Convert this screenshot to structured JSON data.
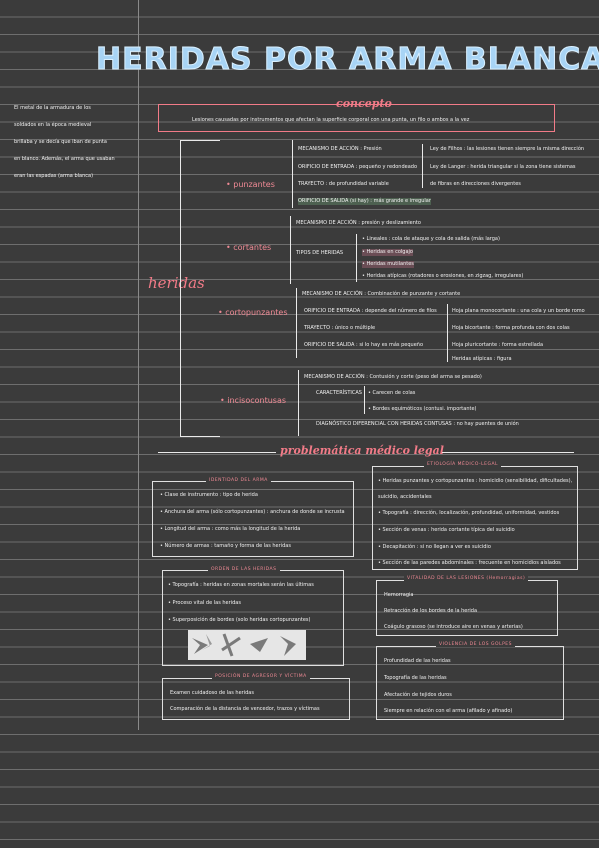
{
  "title": "HERIDAS POR ARMA BLANCA",
  "side_note": [
    "El metal de la armadura de los",
    "soldados en la época medieval",
    "brillaba y se decía que iban de punta",
    "en blanco. Además, el arma que usaban",
    "eran las espadas (arma blanca)"
  ],
  "concepto": {
    "heading": "concepto",
    "text": "Lesiones causadas por instrumentos que afectan la superficie corporal con una punta, un filo o ambos a la vez"
  },
  "heridas_label": "heridas",
  "punzantes": {
    "label": "• punzantes",
    "rows": [
      "MECANISMO DE ACCIÓN : Presión",
      "ORIFICIO DE ENTRADA : pequeño y redondeado",
      "TRAYECTO : de profundidad variable",
      "ORIFICIO DE SALIDA (si hay) : más grande e irregular"
    ],
    "ley1": "Ley de Filhos : las lesiones tienen siempre la misma dirección",
    "ley2": "Ley de Langer : herida triangular si la zona tiene sistemas",
    "ley2b": "de fibras en direcciones divergentes"
  },
  "cortantes": {
    "label": "• cortantes",
    "mecanismo": "MECANISMO DE ACCIÓN : presión y deslizamiento",
    "tipos_label": "TIPOS DE HERIDAS",
    "tipos": [
      "• Lineales : cola de ataque y cola de salida (más larga)",
      "• Heridas en colgajo",
      "• Heridas mutilantes",
      "• Heridas atípicas (rotadores o erosiones, en zigzag, irregulares)"
    ]
  },
  "cortopunzantes": {
    "label": "• cortopunzantes",
    "mecanismo": "MECANISMO DE ACCIÓN : Combinación de punzante y cortante",
    "rows": [
      "ORIFICIO DE ENTRADA : depende del número de filos",
      "TRAYECTO : único o múltiple",
      "ORIFICIO DE SALIDA : si lo hay es más pequeño"
    ],
    "hojas": [
      "Hoja plana monocortante : una cola y un borde romo",
      "Hoja bicortante : forma profunda con dos colas",
      "Hoja pluricortante : forma estrellada",
      "Heridas atípicas : figura"
    ]
  },
  "inciso": {
    "label": "• incisocontusas",
    "rows": [
      "MECANISMO DE ACCIÓN : Contusión y corte (peso del arma se pesado)",
      "CARACTERÍSTICAS",
      "DIAGNÓSTICO DIFERENCIAL CON HERIDAS CONTUSAS : no hay puentes de unión"
    ],
    "caract": [
      "• Carecen de colas",
      "• Bordes equimóticos (contusi. importante)"
    ]
  },
  "problematica": {
    "heading": "problemática médico legal"
  },
  "identidad": {
    "heading": "IDENTIDAD DEL ARMA",
    "items": [
      "• Clase de instrumento : tipo de herida",
      "• Anchura del arma (sólo cortopunzantes) : anchura de donde se incrusta",
      "• Longitud del arma : como más la longitud de la herida",
      "• Número de armas : tamaño y forma de las heridas"
    ]
  },
  "etiologia": {
    "heading": "ETIOLOGÍA MÉDICO-LEGAL",
    "items": [
      "• Heridas punzantes y cortopunzantes : homicidio (sensibilidad, dificultades),",
      "suicidio, accidentales",
      "• Topografía : dirección, localización, profundidad, uniformidad, vestidos",
      "• Sección de venas : herida cortante típica del suicidio",
      "• Decapitación : si no llegan a ver es suicidio",
      "• Sección de las paredes abdominales : frecuente en homicidios aislados"
    ]
  },
  "orden": {
    "heading": "ORDEN DE LAS HERIDAS",
    "items": [
      "• Topografía : heridas en zonas mortales serán las últimas",
      "• Proceso vital de las heridas",
      "• Superposición de bordes (solo heridas cortopunzantes)"
    ]
  },
  "vitalidad": {
    "heading": "VITALIDAD DE LAS LESIONES (Hemorragias)",
    "items": [
      "Hemorragia",
      "Retracción de los bordes de la herida",
      "Coágulo grasoso (se introduce aire en venas y arterias)"
    ]
  },
  "posicion": {
    "heading": "POSICIÓN DE AGRESOR Y VÍCTIMA",
    "items": [
      "Examen cuidadoso de las heridas",
      "Comparación de la distancia de vencedor, trazos y víctimas"
    ]
  },
  "violencia": {
    "heading": "VIOLENCIA DE LOS GOLPES",
    "items": [
      "Profundidad de las heridas",
      "Topografía de las heridas",
      "Afectación de tejidos duros",
      "Siempre en relación con el arma (afilado y afinado)"
    ]
  },
  "colors": {
    "pink": "#f27b88",
    "blue": "#a8d4f5",
    "board": "#3b3b3b"
  }
}
